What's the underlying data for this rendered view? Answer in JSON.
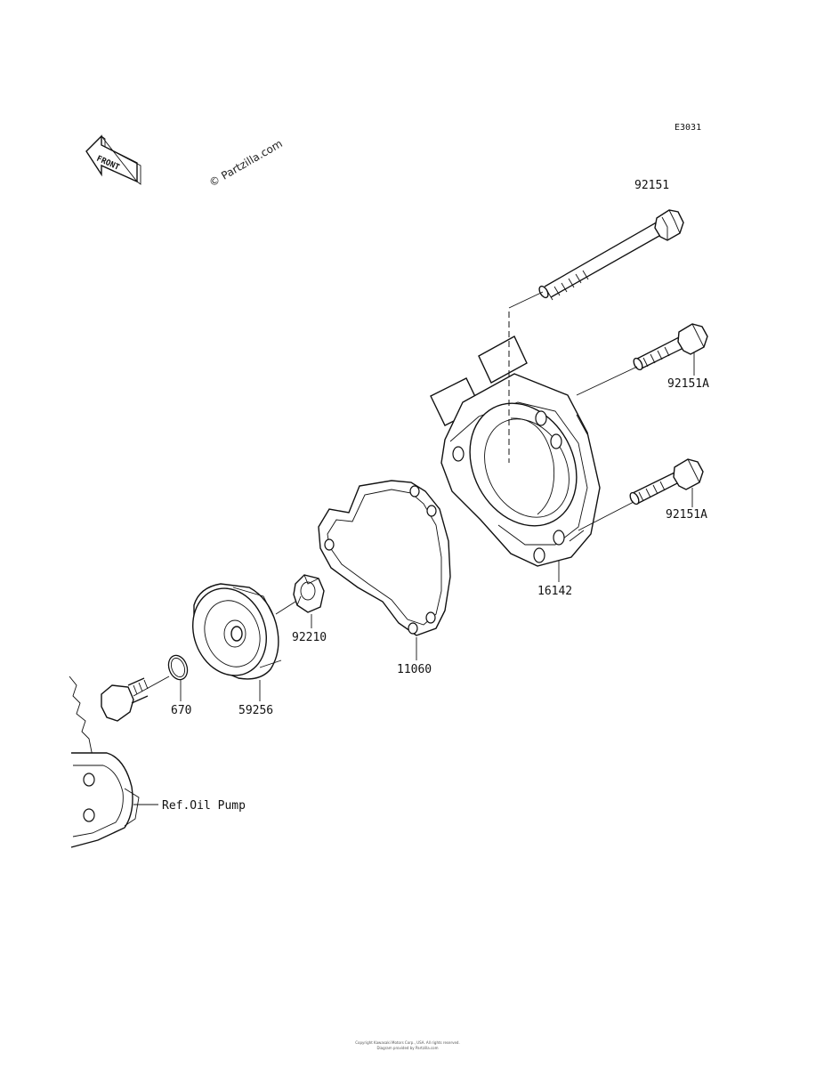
{
  "diagram_code": "E3031",
  "watermark": "© Partzilla.com",
  "front_label": "FRONT",
  "callouts": {
    "bolt_long": "92151",
    "bolt_upper": "92151A",
    "bolt_lower": "92151A",
    "cover": "16142",
    "gasket": "11060",
    "nut": "92210",
    "impeller": "59256",
    "oring": "670",
    "ref_oil_pump": "Ref.Oil Pump"
  },
  "footer": {
    "line1": "Copyright Kawasaki Motors Corp., USA. All rights reserved.",
    "line2": "Diagram provided by Partzilla.com"
  }
}
